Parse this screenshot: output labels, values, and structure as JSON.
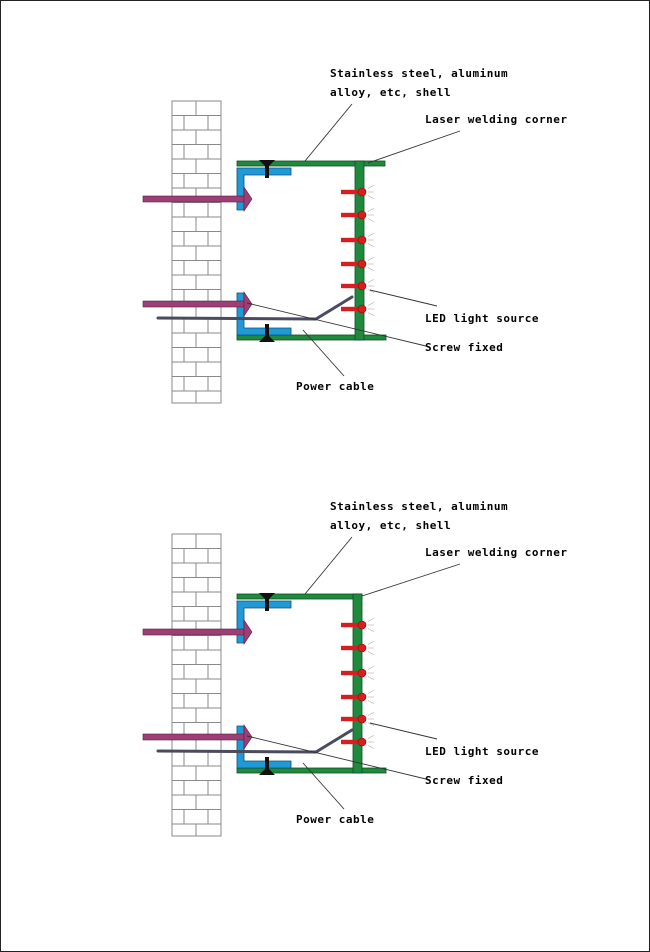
{
  "colors": {
    "shell": "#1f8a3e",
    "bracket": "#1f9ad6",
    "screw": "#9c3f76",
    "led": "#d81e1e",
    "cable": "#4a4a60",
    "wall": "#8a8a8a"
  },
  "diagrams": [
    {
      "labels": {
        "shell_line1": "Stainless steel, aluminum",
        "shell_line2": "alloy, etc, shell",
        "laser": "Laser welding corner",
        "led": "LED light source",
        "screw": "Screw fixed",
        "cable": "Power cable"
      }
    },
    {
      "labels": {
        "shell_line1": "Stainless steel, aluminum",
        "shell_line2": "alloy, etc, shell",
        "laser": "Laser welding corner",
        "led": "LED light source",
        "screw": "Screw fixed",
        "cable": "Power cable"
      }
    }
  ]
}
